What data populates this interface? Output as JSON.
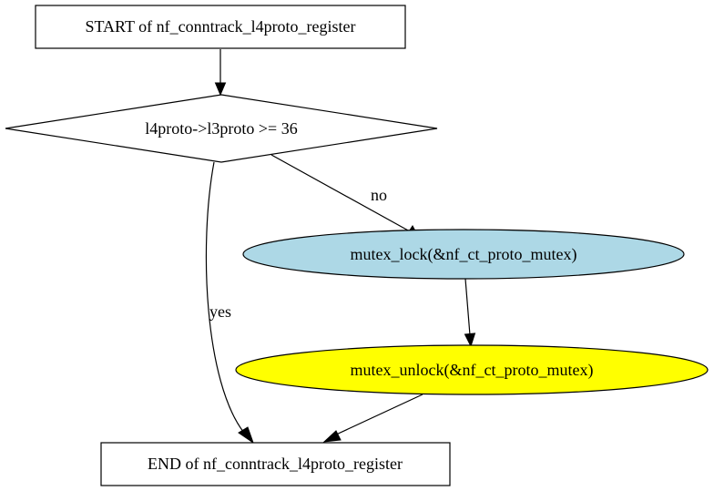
{
  "nodes": {
    "start": {
      "label": "START of nf_conntrack_l4proto_register",
      "fill": "#ffffff"
    },
    "decision": {
      "label": "l4proto->l3proto >= 36",
      "fill": "#ffffff"
    },
    "lock": {
      "label": "mutex_lock(&nf_ct_proto_mutex)",
      "fill": "#add8e6"
    },
    "unlock": {
      "label": "mutex_unlock(&nf_ct_proto_mutex)",
      "fill": "#ffff00"
    },
    "end": {
      "label": "END of nf_conntrack_l4proto_register",
      "fill": "#ffffff"
    }
  },
  "edges": {
    "no_label": "no",
    "yes_label": "yes"
  }
}
